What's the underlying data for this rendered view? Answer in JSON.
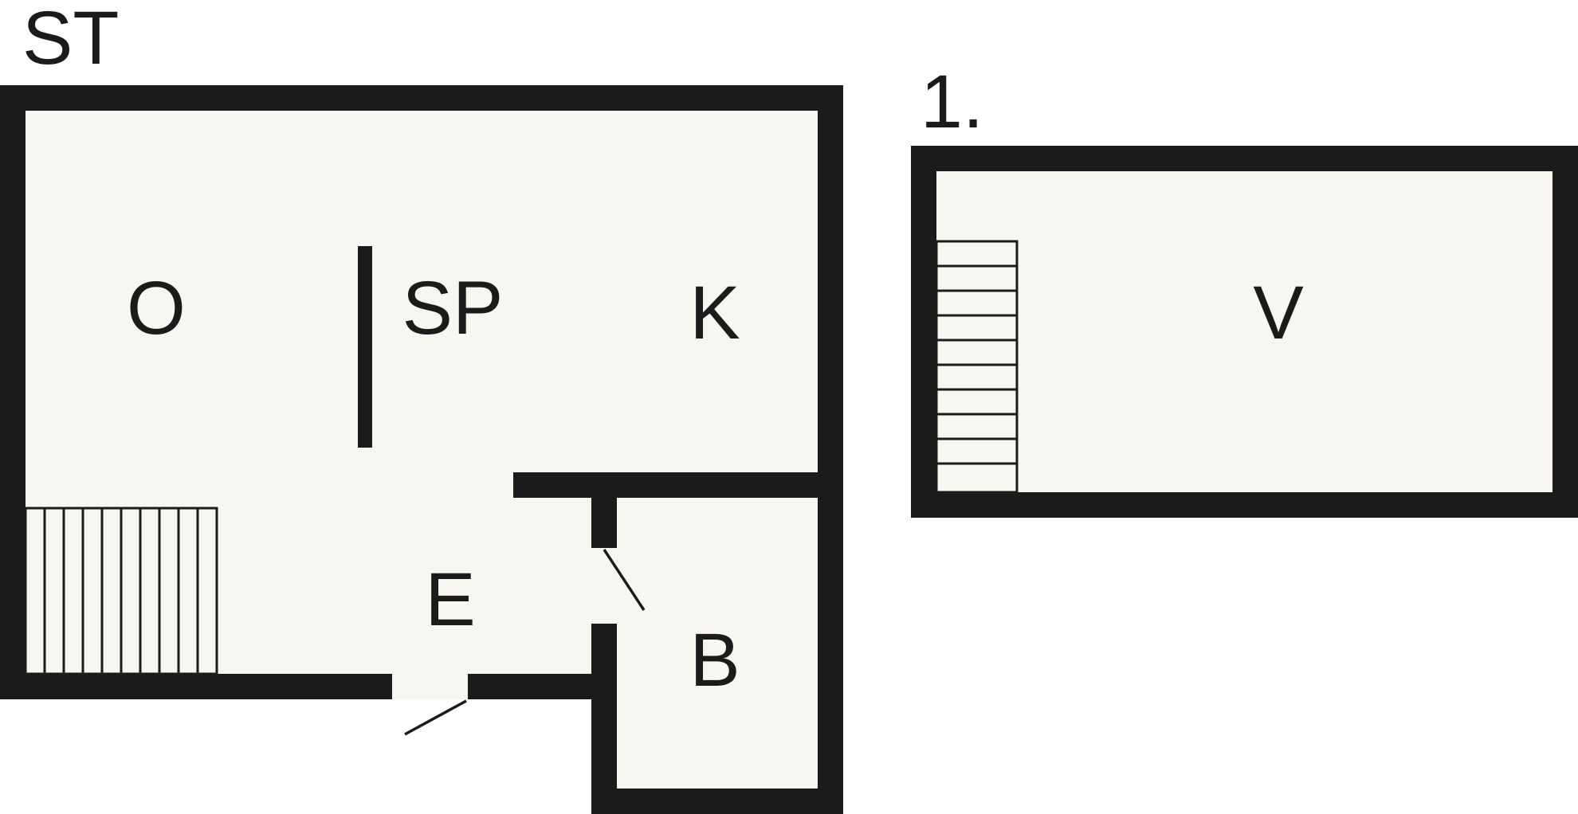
{
  "floor_labels": {
    "ground": "ST",
    "first": "1."
  },
  "rooms": {
    "o": "O",
    "sp": "SP",
    "k": "K",
    "e": "E",
    "b": "B",
    "v": "V"
  },
  "colors": {
    "wall": "#1b1b1b",
    "floor": "#f7f6f0",
    "background": "#ffffff"
  }
}
